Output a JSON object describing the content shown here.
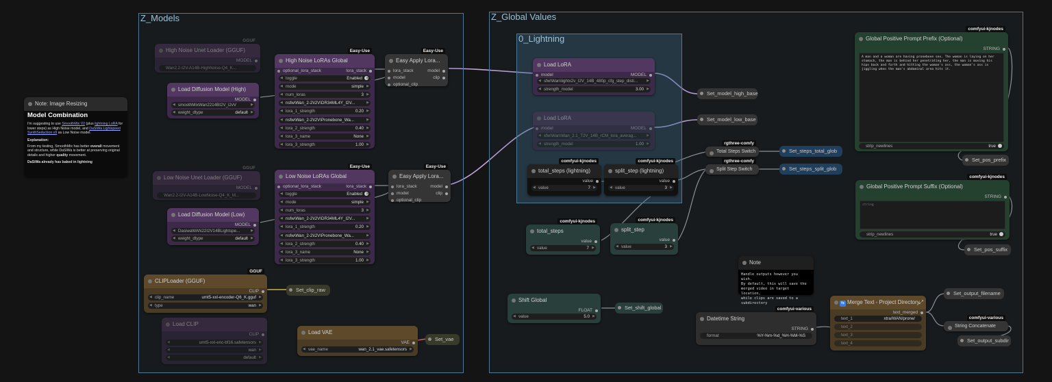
{
  "groups": {
    "models": "Z_Models",
    "global": "Z_Global Values",
    "lightning": "0_Lightning"
  },
  "note_resize": {
    "title": "Note: Image Resizing",
    "heading": "Model Combination",
    "p1_pre": "I'm suggesting to use ",
    "p1_l1": "SmoothMix V2",
    "p1_mid": " (plus ",
    "p1_l2": "lightning LoRA",
    "p1_mid2": " for lower steps) as High Noise model, and ",
    "p1_l3": "DaSiWa Lightspeed SynthSeduction v9",
    "p1_end": " as Low Noise model.",
    "explanation": "Explanation:",
    "p2_a": "From my testing, SmoothMix has better ",
    "p2_b": "overall",
    "p2_c": " movement and structure, while DaSiWa is better at preserving original details and higher ",
    "p2_d": "quality",
    "p2_e": " movement.",
    "p3": "DaSiWa already has baked in lightning"
  },
  "nodes": {
    "high_gguf": {
      "badge": "GGUF",
      "title": "High Noise Unet Loader (GGUF)",
      "out": "MODEL",
      "value": "Wan2.2-I2V-A14B-HighNoise-Q4_K..."
    },
    "diff_high": {
      "title": "Load Diffusion Model (High)",
      "out": "MODEL",
      "value": "smoothMixWan2214BI2V_i2vV",
      "dtype_label": "weight_dtype",
      "dtype": "default"
    },
    "lora_high": {
      "badge": "Easy-Use",
      "title": "High Noise LoRAs Global",
      "in": "optional_lora_stack",
      "out": "lora_stack",
      "rows": [
        [
          "toggle",
          "Enabled"
        ],
        [
          "mode",
          "simple"
        ],
        [
          "num_loras",
          "3"
        ],
        [
          "",
          "nsfw\\Wan_2-2\\I2V\\DR34ML4Y_I2V..."
        ],
        [
          "lora_1_strength",
          "0.20"
        ],
        [
          "",
          "nsfw\\Wan_2-2\\I2V\\Pronebone_Wa..."
        ],
        [
          "lora_2_strength",
          "0.40"
        ],
        [
          "lora_3_name",
          "None"
        ],
        [
          "lora_3_strength",
          "1.00"
        ]
      ]
    },
    "apply_high": {
      "badge": "Easy-Use",
      "title": "Easy Apply Lora...",
      "ins": [
        "lora_stack",
        "model",
        "optional_clip"
      ],
      "outs": [
        "model",
        "clip"
      ]
    },
    "low_gguf": {
      "badge": "GGUF",
      "title": "Low Noise Unet Loader (GGUF)",
      "out": "MODEL",
      "value": "Wan2.2-I2V-A14B-LowNoise-Q4_K_M..."
    },
    "diff_low": {
      "title": "Load Diffusion Model (Low)",
      "out": "MODEL",
      "value": "DasiwaWAN22I2V14BLightspe...",
      "dtype_label": "weight_dtype",
      "dtype": "default"
    },
    "lora_low": {
      "badge": "Easy-Use",
      "title": "Low Noise LoRAs Global",
      "in": "optional_lora_stack",
      "out": "lora_stack",
      "rows": [
        [
          "toggle",
          "Enabled"
        ],
        [
          "mode",
          "simple"
        ],
        [
          "num_loras",
          "3"
        ],
        [
          "",
          "nsfw\\Wan_2-2\\I2V\\DR34ML4Y_I2V..."
        ],
        [
          "lora_1_strength",
          "0.20"
        ],
        [
          "",
          "nsfw\\Wan_2-2\\I2V\\Pronebone_Wa..."
        ],
        [
          "lora_2_strength",
          "0.40"
        ],
        [
          "lora_3_name",
          "None"
        ],
        [
          "lora_3_strength",
          "1.00"
        ]
      ]
    },
    "apply_low": {
      "badge": "Easy-Use",
      "title": "Easy Apply Lora...",
      "ins": [
        "lora_stack",
        "model",
        "optional_clip"
      ],
      "outs": [
        "model",
        "clip"
      ]
    },
    "clip_gguf": {
      "badge": "GGUF",
      "title": "CLIPLoader (GGUF)",
      "out": "CLIP",
      "clip_label": "clip_name",
      "clip": "umt5-xxl-encoder-Q6_K.gguf",
      "type_label": "type",
      "type": "wan"
    },
    "load_clip": {
      "title": "Load CLIP",
      "out": "CLIP",
      "clip": "umt5-xxl-enc-bf16.safetensors",
      "type": "wan",
      "device": "default"
    },
    "load_vae": {
      "title": "Load VAE",
      "out": "VAE",
      "label": "vae_name",
      "value": "wan_2.1_vae.safetensors"
    },
    "load_lora": {
      "title": "Load LoRA",
      "in": "model",
      "out": "MODEL",
      "value": "sfw\\Wan\\lightx2v_I2V_14B_480p_cfg_step_disti...",
      "sm_label": "strength_model",
      "sm": "3.00"
    },
    "load_lora_low": {
      "title": "Load LoRA",
      "in": "model",
      "out": "MODEL",
      "value": "sfw\\Wan\\Wan_2.1_T2V_14B_rCM_lora_averag...",
      "sm_label": "strength_model",
      "sm": "1.00"
    },
    "ts_light": {
      "badge": "comfyui-kjnodes",
      "title": "total_steps (lightning)",
      "out": "value",
      "label": "value",
      "value": "7"
    },
    "ss_light": {
      "badge": "comfyui-kjnodes",
      "title": "split_step (lightning)",
      "out": "value",
      "label": "value",
      "value": "3"
    },
    "total_switch": {
      "badge": "rgthree-comfy",
      "title": "Total Steps Switch"
    },
    "split_switch": {
      "badge": "rgthree-comfy",
      "title": "Split Step Switch"
    },
    "ts": {
      "badge": "comfyui-kjnodes",
      "title": "total_steps",
      "out": "value",
      "label": "value",
      "value": "7"
    },
    "ss": {
      "badge": "comfyui-kjnodes",
      "title": "split_step",
      "out": "value",
      "label": "value",
      "value": "3"
    },
    "shift": {
      "title": "Shift Global",
      "out": "FLOAT",
      "label": "value",
      "value": "5.0"
    },
    "note2": {
      "title": "Note",
      "text": "Handle outputs however you wish.\nBy default, this will save the\nmerged video in target location,\nwhile clips are saved to a\nsubdirectory"
    },
    "datetime": {
      "badge": "comfyui-various",
      "title": "Datetime String",
      "out": "STRING",
      "label": "format",
      "value": "%Y-%m-%d_%H-%M-%S"
    },
    "merge": {
      "title": "Merge Text - Project Directory",
      "out": "text_merged",
      "t1_label": "text_1",
      "t1": "xtra/WAN/prone/",
      "t2": "text_2",
      "t3": "text_3",
      "t4": "text_4"
    },
    "strcat": {
      "badge": "comfyui-various",
      "title": "String Concatenate"
    },
    "pos_prefix": {
      "badge": "comfyui-kjnodes",
      "title": "Global Positive Prompt Prefix (Optional)",
      "out": "STRING",
      "text": "A man and a woman are having pronebone sex. The woman is laying on her stomach, the man is behind her penetrating her, the man is moving his hips back and forth and hitting the woman's ass, the woman's ass is jiggling when the man's abdominal area hits it.",
      "strip_label": "strip_newlines",
      "strip": "true"
    },
    "pos_suffix": {
      "badge": "comfyui-kjnodes",
      "title": "Global Positive Prompt Suffix (Optional)",
      "out": "STRING",
      "placeholder": "string",
      "strip_label": "strip_newlines",
      "strip": "true"
    }
  },
  "sets": {
    "clip_raw": "Set_clip_raw",
    "vae": "Set_vae",
    "high_base": "Set_model_high_base",
    "low_base": "Set_model_low_base",
    "steps_total": "Set_steps_total_glob",
    "steps_split": "Set_steps_split_glob",
    "shift": "Set_shift_global",
    "pos_prefix": "Set_pos_prefix",
    "pos_suffix": "Set_pos_suffix",
    "out_filename": "Set_output_filename",
    "out_subdir": "Set_output_subdir"
  },
  "colors": {
    "group_border": "#4a7a95",
    "link_model": "#bfa6e0",
    "purple": "#523860",
    "green": "#2a5038",
    "brown": "#5e4a2b"
  }
}
